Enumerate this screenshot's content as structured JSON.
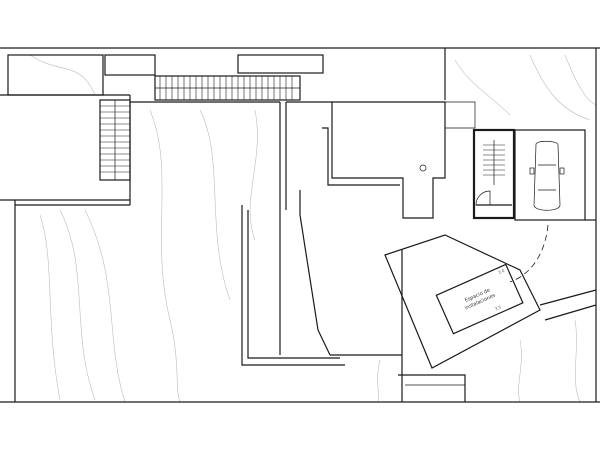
{
  "plan": {
    "room_label_line1": "Espacio de",
    "room_label_line2": "instalaciones",
    "dim_short": "2.0",
    "dim_long": "3.5"
  }
}
